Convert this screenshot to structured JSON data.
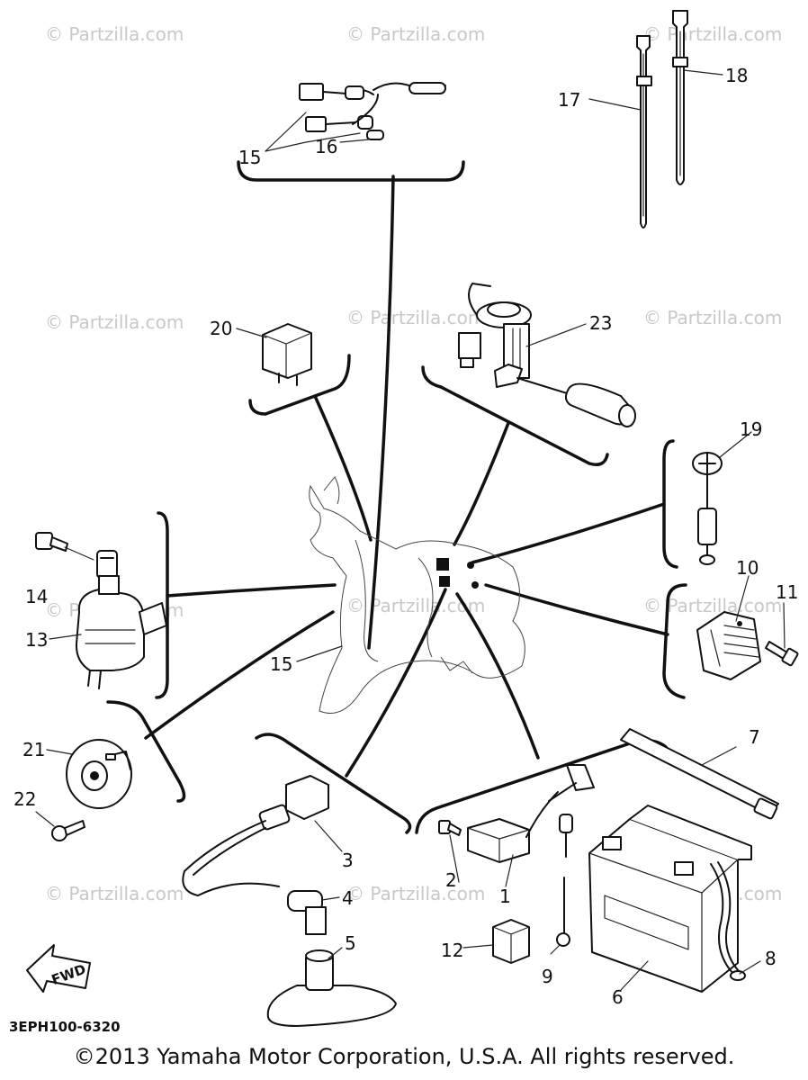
{
  "watermark": "© Partzilla.com",
  "diagram_code": "3EPH100-6320",
  "fwd_label": "FWD",
  "copyright": "©2013 Yamaha Motor Corporation, U.S.A. All rights reserved.",
  "callouts": {
    "c1": "1",
    "c2": "2",
    "c3": "3",
    "c4": "4",
    "c5": "5",
    "c6": "6",
    "c7": "7",
    "c8": "8",
    "c9": "9",
    "c10": "10",
    "c11": "11",
    "c12": "12",
    "c13": "13",
    "c14": "14",
    "c15a": "15",
    "c15b": "15",
    "c16": "16",
    "c17": "17",
    "c18": "18",
    "c19": "19",
    "c20": "20",
    "c21": "21",
    "c22": "22",
    "c23": "23"
  }
}
